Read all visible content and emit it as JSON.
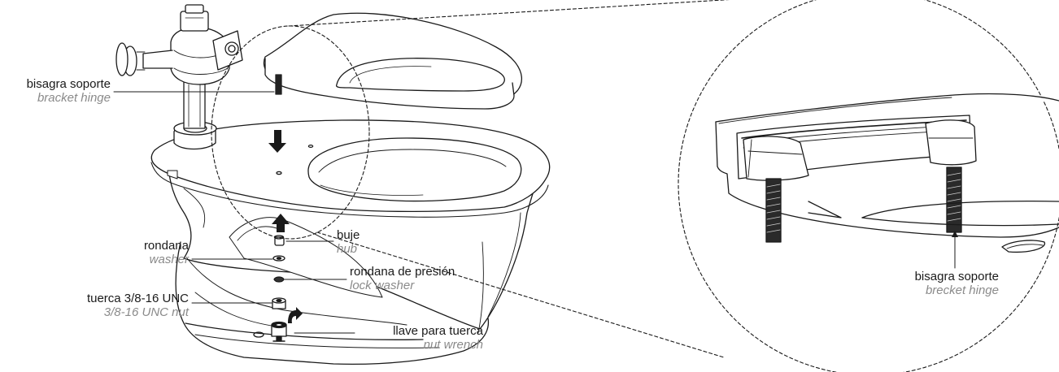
{
  "labels": {
    "bracket_hinge": {
      "es": "bisagra soporte",
      "en": "bracket hinge"
    },
    "washer": {
      "es": "rondana",
      "en": "washer"
    },
    "nut": {
      "es": "tuerca 3/8-16 UNC",
      "en": "3/8-16 UNC nut"
    },
    "hub": {
      "es": "buje",
      "en": "hub"
    },
    "lock_washer": {
      "es": "rondana de presión",
      "en": "lock washer"
    },
    "nut_wrench": {
      "es": "llave para tuerca",
      "en": "nut wrench"
    },
    "detail_hinge": {
      "es": "bisagra soporte",
      "en": "brecket hinge"
    }
  },
  "colors": {
    "line": "#1a1a1a",
    "label_es": "#1a1a1a",
    "label_en": "#8a8a8a",
    "fill": "#ffffff",
    "dark_part": "#222222"
  },
  "icons": [
    "install-arrow-down-icon",
    "install-arrow-up-icon",
    "wrench-turn-arrow-icon"
  ]
}
